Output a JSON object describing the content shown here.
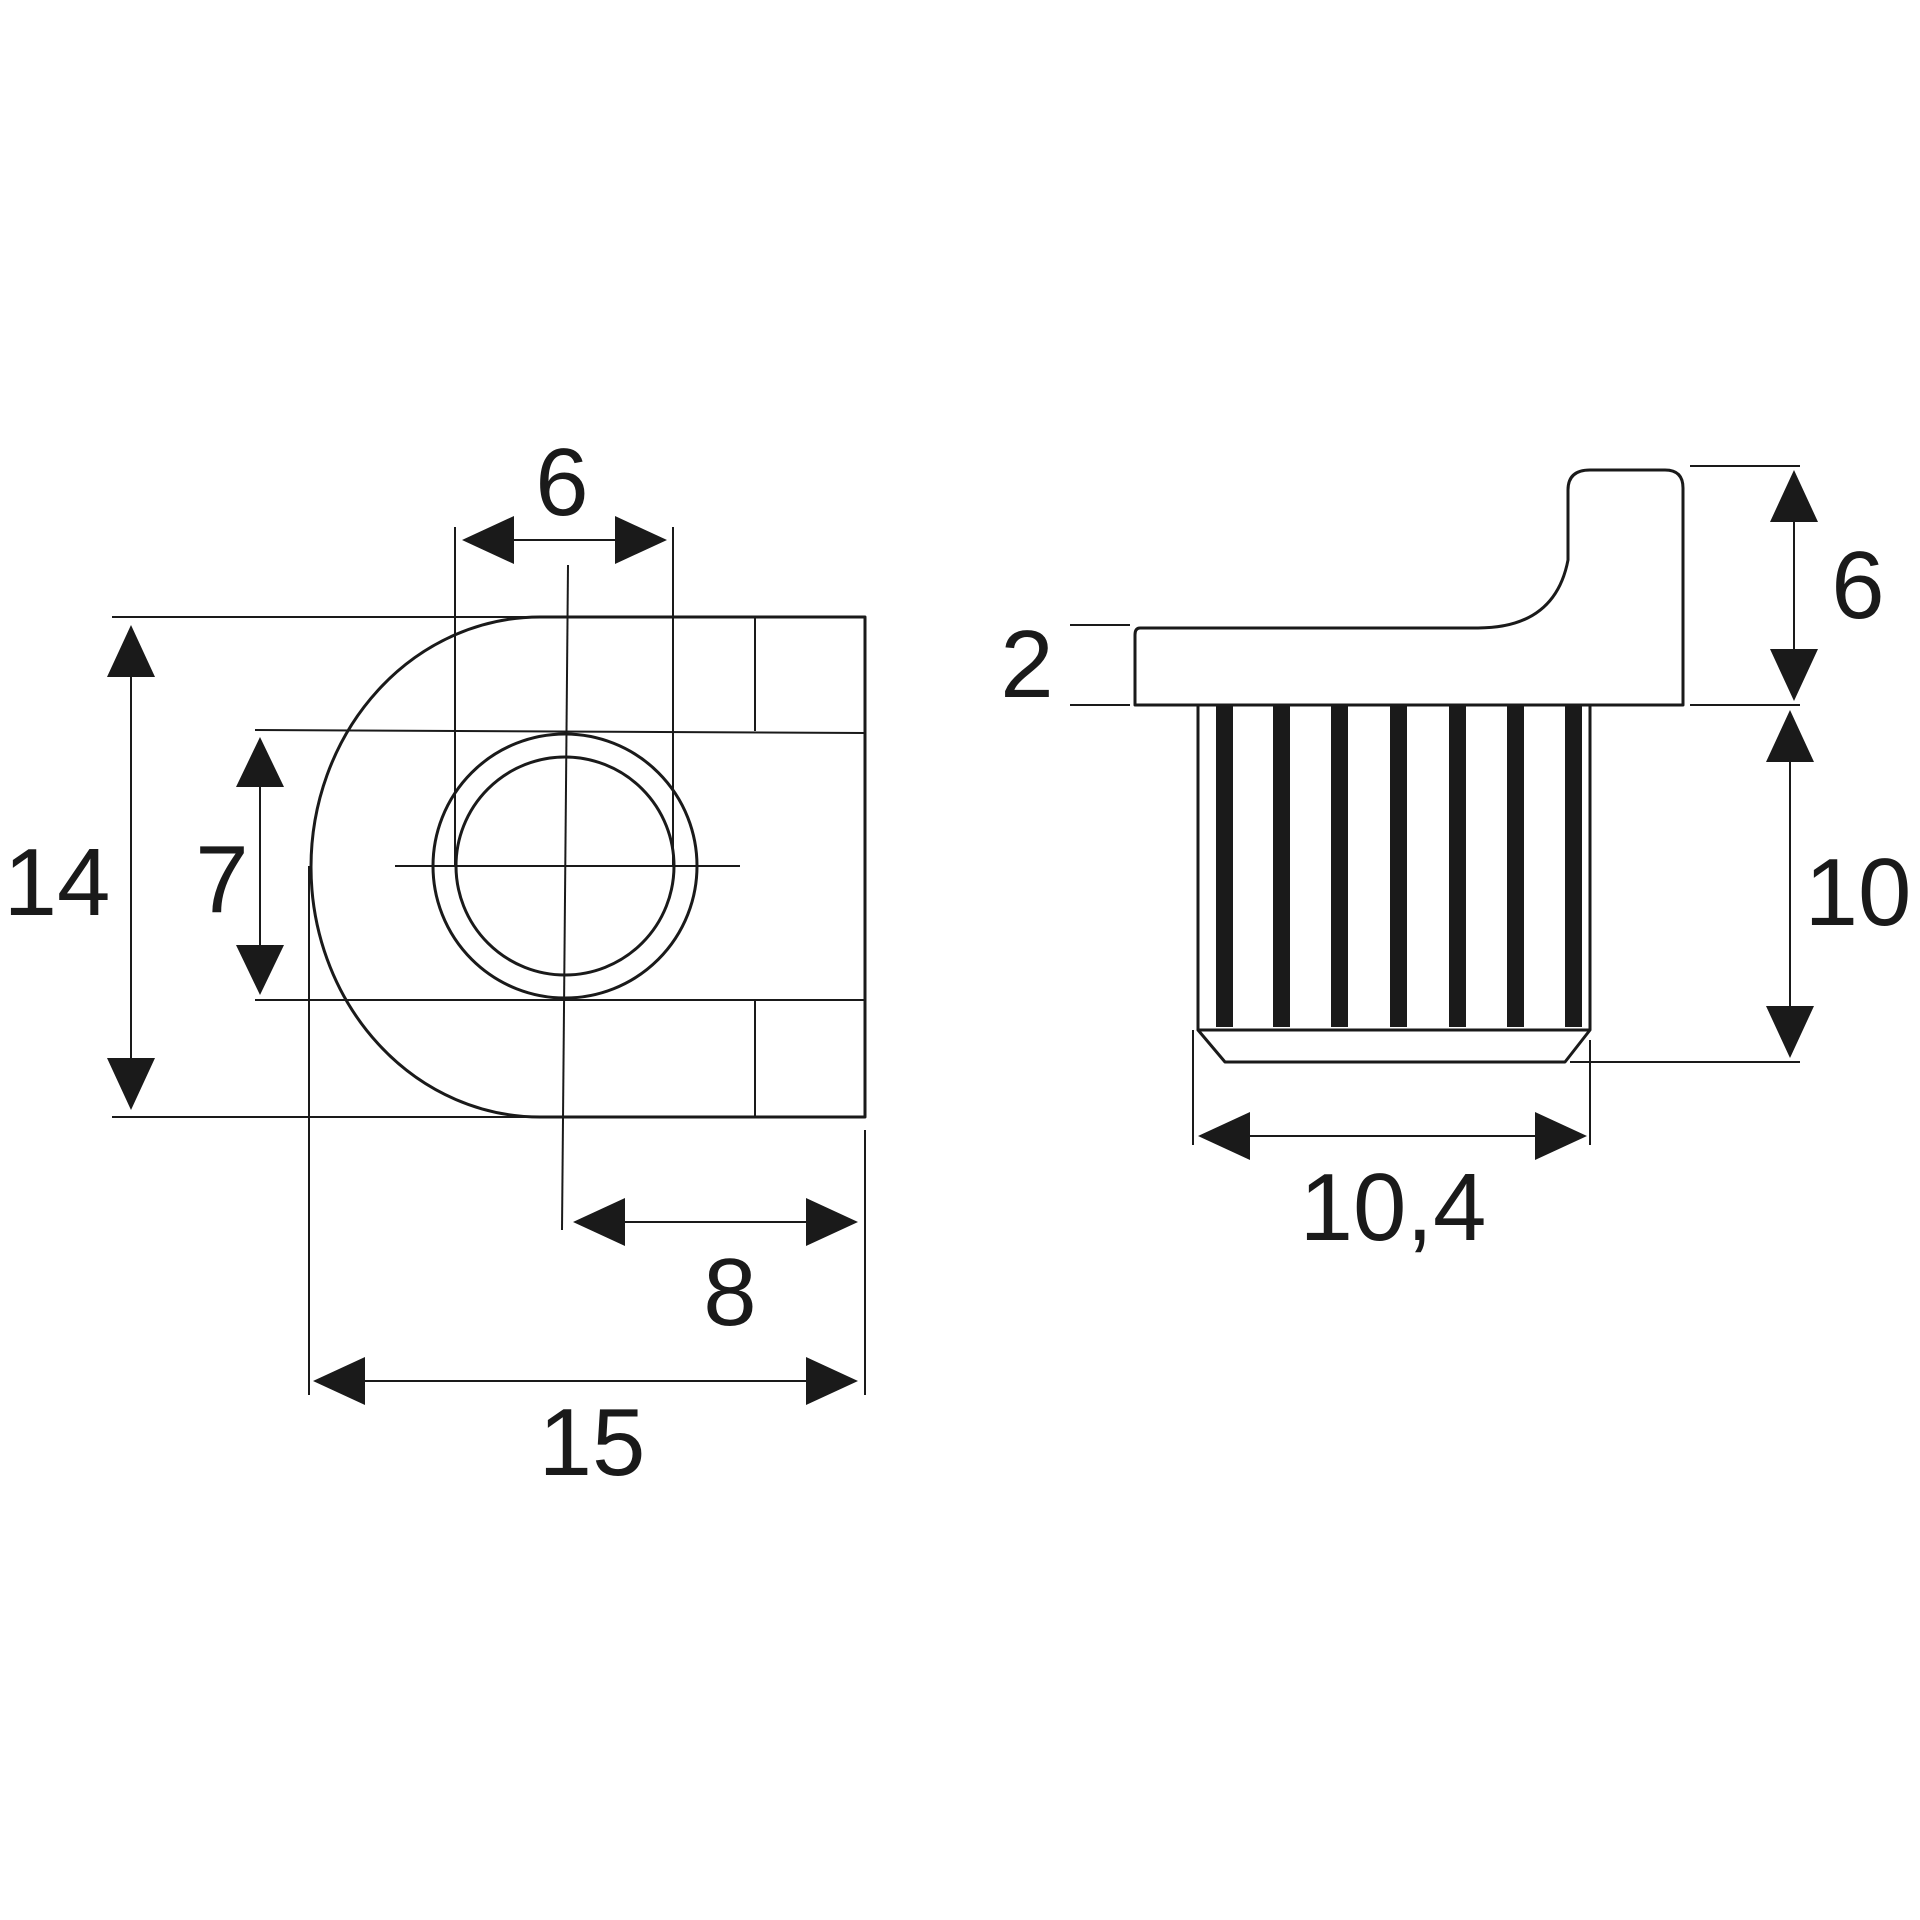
{
  "top_view": {
    "dim_hole_diameter": "6",
    "dim_overall_height": "14",
    "dim_slot_height": "7",
    "dim_hole_to_edge": "8",
    "dim_overall_width": "15"
  },
  "side_view": {
    "dim_flange_thickness": "2",
    "dim_tab_height": "6",
    "dim_body_height": "10",
    "dim_body_width": "10,4"
  },
  "colors": {
    "line": "#1a1a1a",
    "background": "#ffffff"
  }
}
